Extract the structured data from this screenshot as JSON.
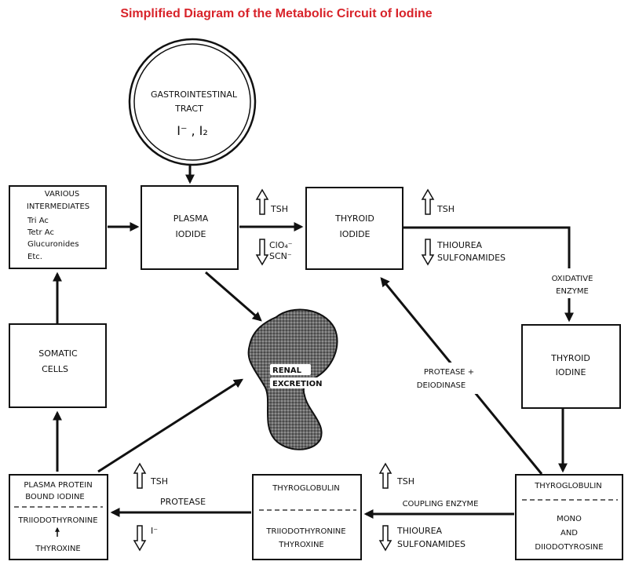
{
  "title": "Simplified Diagram of the Metabolic Circuit of Iodine",
  "colors": {
    "title": "#d8232a",
    "ink": "#111111",
    "kidney_fill": "#555555"
  },
  "nodes": {
    "gi_tract": {
      "line1": "GASTROINTESTINAL",
      "line2": "TRACT",
      "line3": "I⁻ , I₂"
    },
    "various_intermediates": {
      "heading1": "VARIOUS",
      "heading2": "INTERMEDIATES",
      "items": [
        "Tri Ac",
        "Tetr Ac",
        "Glucuronides",
        "Etc."
      ]
    },
    "plasma_iodide": {
      "line1": "PLASMA",
      "line2": "IODIDE"
    },
    "thyroid_iodide": {
      "line1": "THYROID",
      "line2": "IODIDE"
    },
    "somatic_cells": {
      "line1": "SOMATIC",
      "line2": "CELLS"
    },
    "renal_excretion": {
      "line1": "RENAL",
      "line2": "EXCRETION"
    },
    "thyroid_iodine": {
      "line1": "THYROID",
      "line2": "IODINE"
    },
    "plasma_protein": {
      "line1": "PLASMA PROTEIN",
      "line2": "BOUND IODINE",
      "line3": "TRIIODOTHYRONINE",
      "line4": "THYROXINE"
    },
    "thyroglobulin_mid": {
      "line1": "THYROGLOBULIN",
      "line2": "TRIIODOTHYRONINE",
      "line3": "THYROXINE"
    },
    "thyroglobulin_right": {
      "line1": "THYROGLOBULIN",
      "line2": "MONO",
      "line3": "AND",
      "line4": "DIIODOTYROSINE"
    }
  },
  "annotations": {
    "tsh_1": "TSH",
    "clo4": "ClO₄⁻",
    "scn": "SCN⁻",
    "tsh_2": "TSH",
    "thiourea_1": "THIOUREA",
    "sulfonamides_1": "SULFONAMIDES",
    "oxidative_1": "OXIDATIVE",
    "oxidative_2": "ENZYME",
    "protease_deiod_1": "PROTEASE +",
    "protease_deiod_2": "DEIODINASE",
    "tsh_3": "TSH",
    "protease": "PROTEASE",
    "iodide_minus": "I⁻",
    "tsh_4": "TSH",
    "coupling": "COUPLING ENZYME",
    "thiourea_2": "THIOUREA",
    "sulfonamides_2": "SULFONAMIDES"
  }
}
